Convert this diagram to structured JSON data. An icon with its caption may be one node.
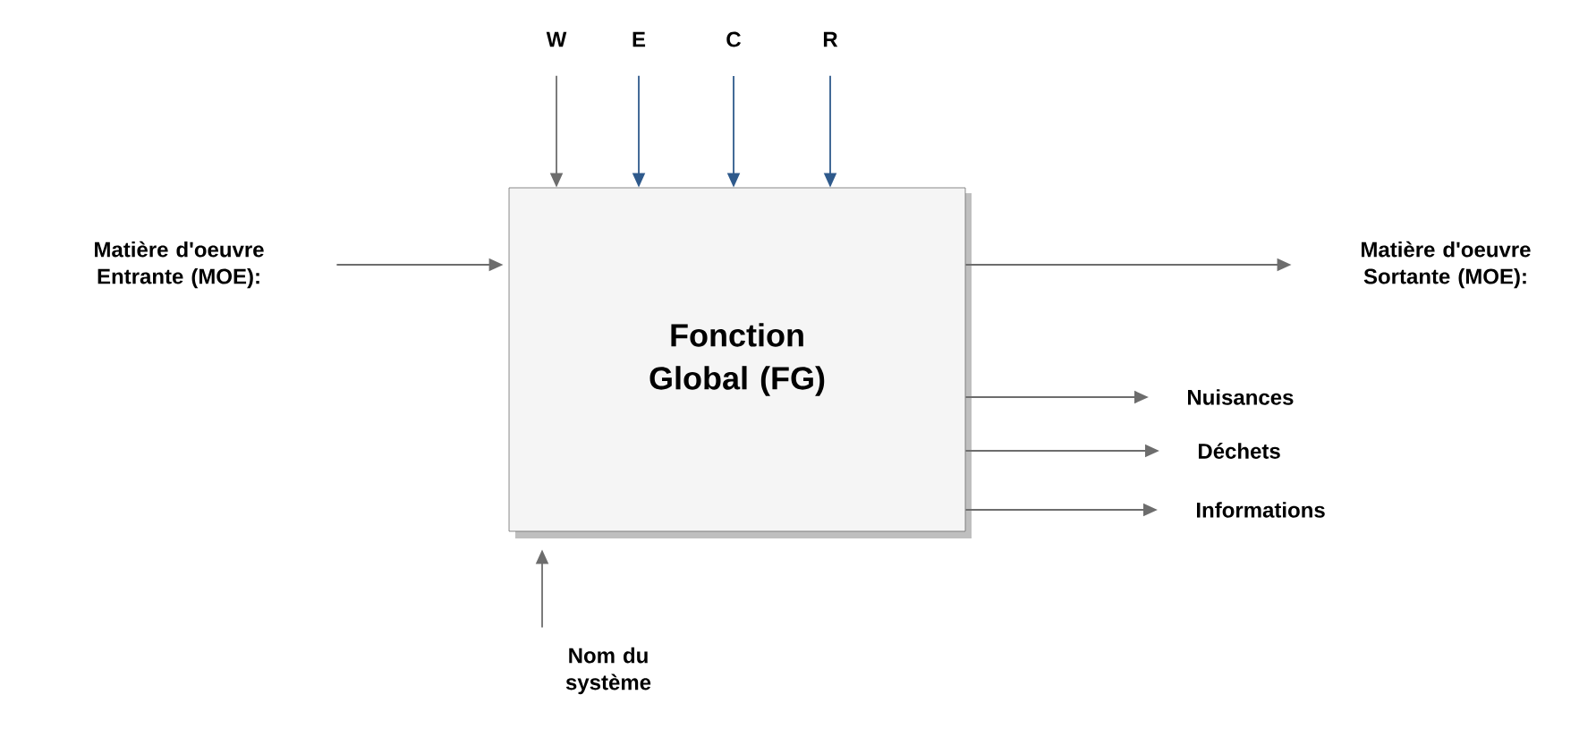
{
  "diagram": {
    "nodes": [
      {
        "text": [
          "Fonction Global (FG)"
        ]
      },
      {
        "text": [
          "W"
        ]
      },
      {
        "text": [
          "E"
        ]
      },
      {
        "text": [
          "C"
        ]
      },
      {
        "text": [
          "R"
        ]
      },
      {
        "text": [
          "Matière d'oeuvre Entrante (MOE):"
        ]
      },
      {
        "text": [
          "Matière d'oeuvre Sortante (MOE):"
        ]
      },
      {
        "text": [
          "Nuisances"
        ]
      },
      {
        "text": [
          "Déchets"
        ]
      },
      {
        "text": [
          "Informations"
        ]
      },
      {
        "text": [
          "Nom du système"
        ]
      }
    ],
    "edges": [
      {
        "from": 1,
        "to": 0,
        "arrow": "to"
      },
      {
        "from": 2,
        "to": 0,
        "arrow": "to",
        "color": "#2f5a8c"
      },
      {
        "from": 3,
        "to": 0,
        "arrow": "to",
        "color": "#2f5a8c"
      },
      {
        "from": 4,
        "to": 0,
        "arrow": "to",
        "color": "#2f5a8c"
      },
      {
        "from": 5,
        "to": 0,
        "arrow": "to"
      },
      {
        "from": 0,
        "to": 6,
        "arrow": "to"
      },
      {
        "from": 0,
        "to": 7,
        "arrow": "to"
      },
      {
        "from": 0,
        "to": 8,
        "arrow": "to"
      },
      {
        "from": 0,
        "to": 9,
        "arrow": "to"
      },
      {
        "from": 10,
        "to": 0,
        "arrow": "to"
      }
    ]
  }
}
